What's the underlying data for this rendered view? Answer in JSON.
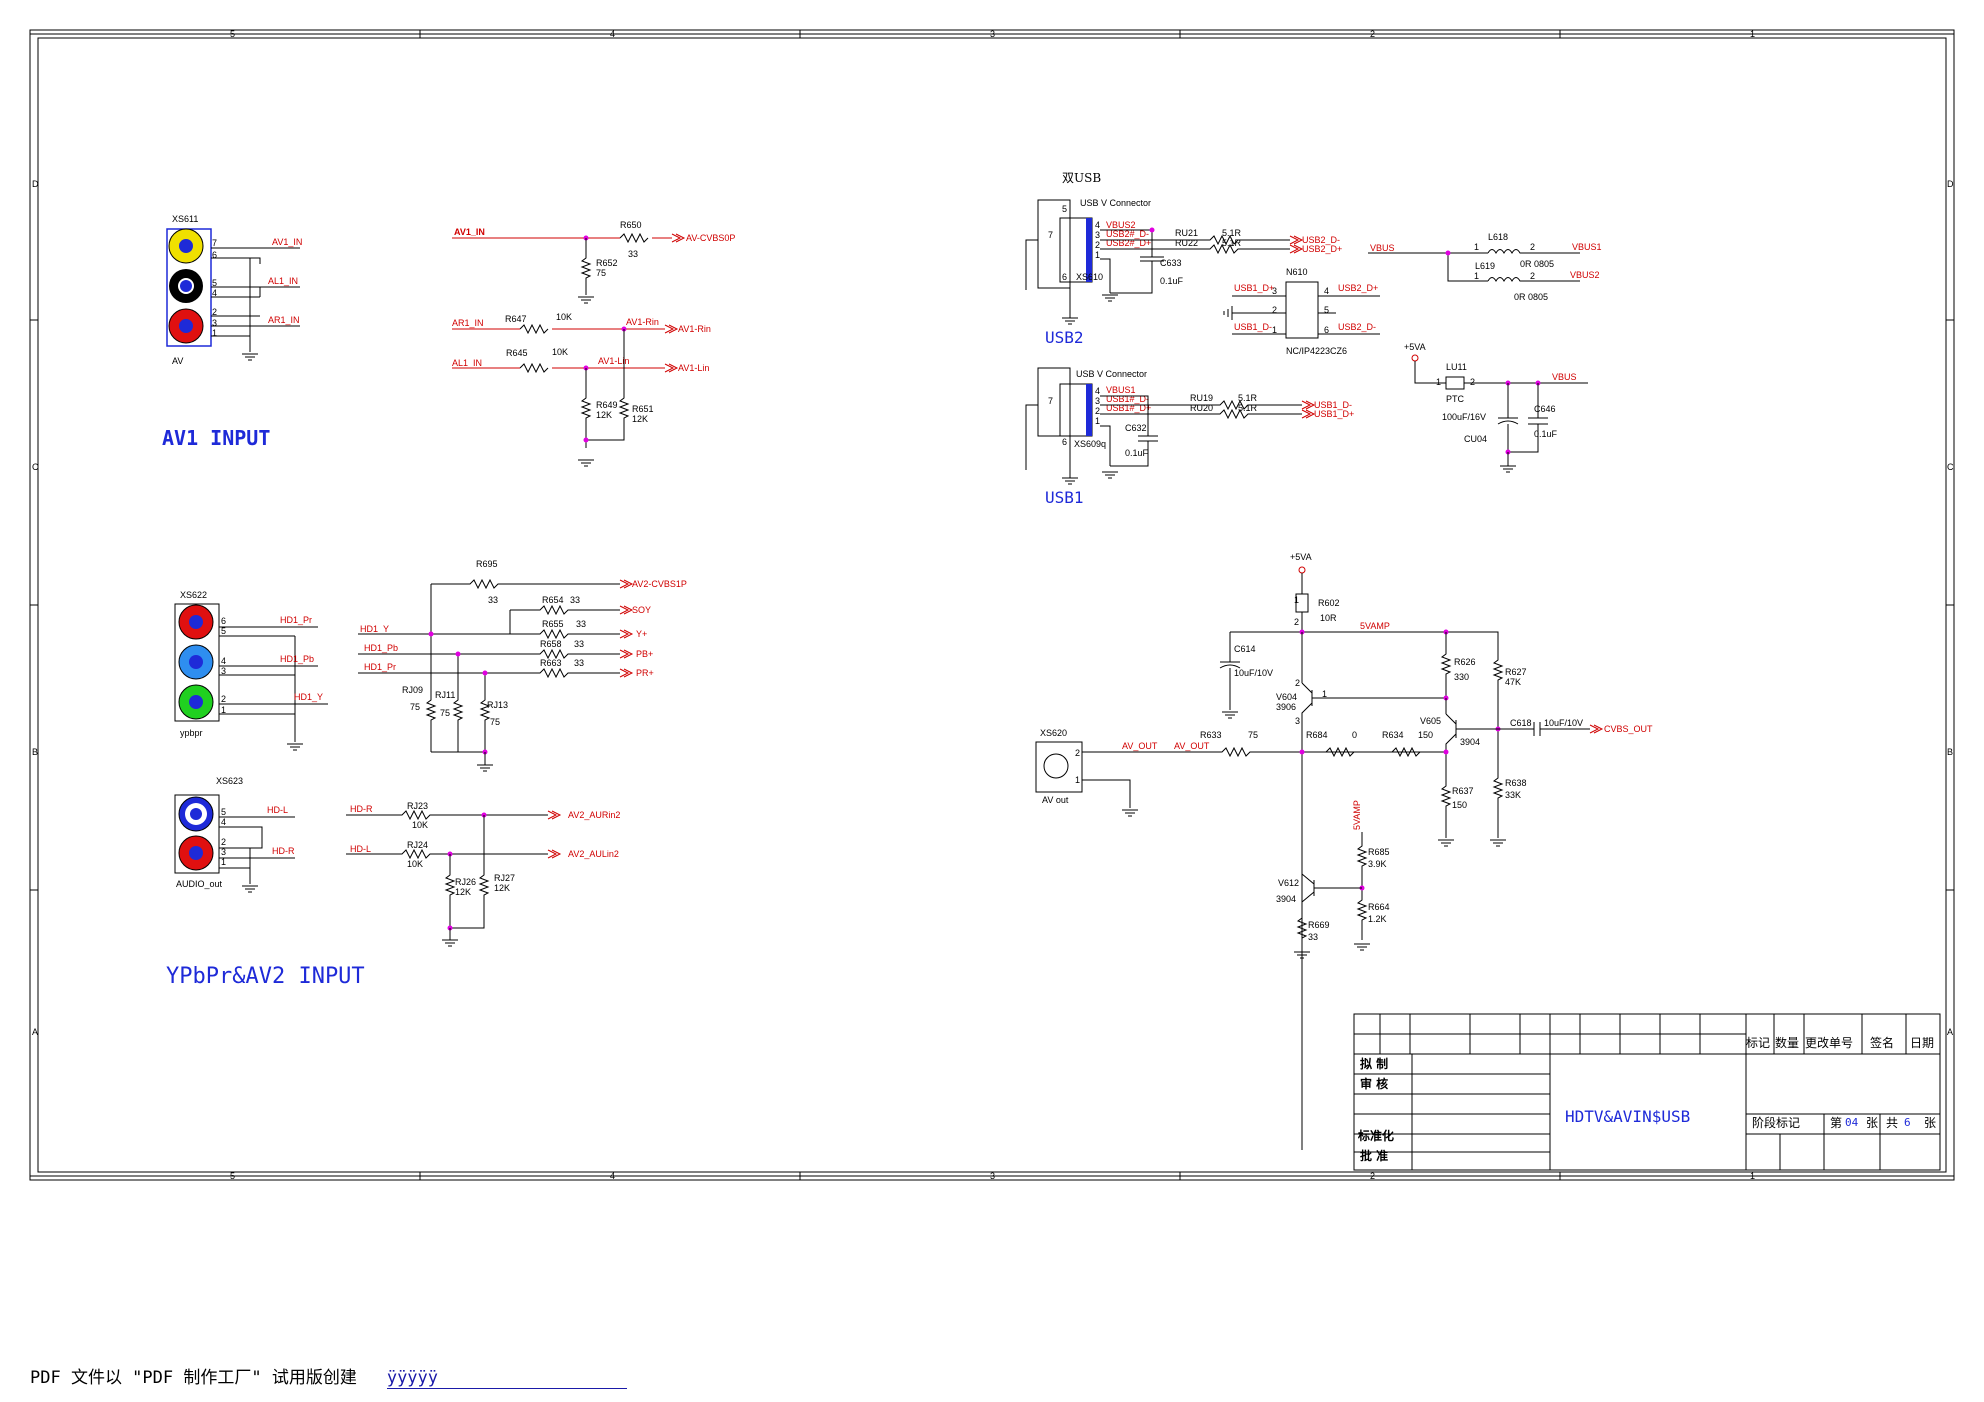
{
  "titles": {
    "av1_input": "AV1 INPUT",
    "ypbpr_av2_input": "YPbPr&AV2 INPUT",
    "dual_usb": "双USB",
    "usb2": "USB2",
    "usb1": "USB1"
  },
  "border": {
    "cols": [
      "5",
      "4",
      "3",
      "2",
      "1"
    ],
    "rows": [
      "D",
      "C",
      "B",
      "A"
    ]
  },
  "av1": {
    "connector": "XS611",
    "connector_sub": "AV",
    "pins": [
      "7",
      "6",
      "5",
      "4",
      "2",
      "3",
      "1"
    ],
    "nets": [
      "AV1_IN",
      "AL1_IN",
      "AR1_IN"
    ],
    "in_net": "AV1_IN",
    "r650": "R650",
    "r650_val": "33",
    "out_cvbs": "AV-CVBS0P",
    "r652": "R652",
    "r652_val": "75",
    "ar1": "AR1_IN",
    "r647": "R647",
    "r647_val": "10K",
    "av1_rin": "AV1-Rin",
    "av1_rin_out": "AV1-Rin",
    "al1": "AL1_IN",
    "r645": "R645",
    "r645_val": "10K",
    "av1_lin": "AV1-Lin",
    "av1_lin_out": "AV1-Lin",
    "r649": "R649",
    "r649_val": "12K",
    "r651": "R651",
    "r651_val": "12K"
  },
  "ypbpr": {
    "connector": "XS622",
    "connector_sub": "ypbpr",
    "pins": [
      "6",
      "5",
      "4",
      "3",
      "2",
      "1"
    ],
    "nets": [
      "HD1_Pr",
      "HD1_Pb",
      "HD1_Y"
    ],
    "r695": "R695",
    "r695_val": "33",
    "av2_cvbs": "AV2-CVBS1P",
    "r654": "R654",
    "r654_val": "33",
    "soy": "SOY",
    "hd1_y": "HD1_Y",
    "r655": "R655",
    "r655_val": "33",
    "y_out": "Y+",
    "hd1_pb": "HD1_Pb",
    "r658": "R658",
    "r658_val": "33",
    "pb_out": "PB+",
    "hd1_pr": "HD1_Pr",
    "r663": "R663",
    "r663_val": "33",
    "pr_out": "PR+",
    "rj09": "RJ09",
    "rj09_val": "75",
    "rj11": "RJ11",
    "rj11_val": "75",
    "rj13": "RJ13",
    "rj13_val": "75"
  },
  "audio": {
    "connector": "XS623",
    "connector_sub": "AUDIO_out",
    "pins": [
      "5",
      "4",
      "2",
      "3",
      "1"
    ],
    "nets": [
      "HD-L",
      "HD-R"
    ],
    "hdr": "HD-R",
    "rj23": "RJ23",
    "rj23_val": "10K",
    "aurin": "AV2_AURin2",
    "hdl": "HD-L",
    "rj24": "RJ24",
    "rj24_val": "10K",
    "aulin": "AV2_AULin2",
    "rj26": "RJ26",
    "rj26_val": "12K",
    "rj27": "RJ27",
    "rj27_val": "12K"
  },
  "usb2": {
    "title": "USB V Connector",
    "ref": "XS610",
    "pins": [
      "5",
      "4",
      "3",
      "2",
      "1",
      "6"
    ],
    "shield": "7",
    "vbus": "VBUS2",
    "dm": "USB2#_D-",
    "dp": "USB2#_D+",
    "ru21": "RU21",
    "ru22": "RU22",
    "ru_val": "5.1R",
    "out_dm": "USB2_D-",
    "out_dp": "USB2_D+",
    "c633": "C633",
    "c633_val": "0.1uF"
  },
  "n610": {
    "ref": "N610",
    "part": "NC/IP4223CZ6",
    "pins": [
      "3",
      "2",
      "1",
      "4",
      "5",
      "6"
    ],
    "nets": [
      "USB1_D+",
      "USB1_D-",
      "USB2_D+",
      "USB2_D-"
    ]
  },
  "vbus": {
    "in": "VBUS",
    "l618": "L618",
    "l618_val": "0R 0805",
    "out1": "VBUS1",
    "l619": "L619",
    "l619_val": "0R 0805",
    "out2": "VBUS2",
    "p1": "1",
    "p2": "2"
  },
  "ptc": {
    "supply": "+5VA",
    "ref": "LU11",
    "val": "PTC",
    "p1": "1",
    "p2": "2",
    "out": "VBUS",
    "cu04": "CU04",
    "cu04_val": "100uF/16V",
    "c646": "C646",
    "c646_val": "0.1uF"
  },
  "usb1": {
    "title": "USB V Connector",
    "ref": "XS609q",
    "pins": [
      "4",
      "3",
      "2",
      "1",
      "6"
    ],
    "shield": "7",
    "vbus": "VBUS1",
    "dm": "USB1#_D-",
    "dp": "USB1#_D+",
    "ru19": "RU19",
    "ru20": "RU20",
    "ru_val": "5.1R",
    "out_dm": "USB1_D-",
    "out_dp": "USB1_D+",
    "c632": "C632",
    "c632_val": "0.1uF"
  },
  "avout": {
    "supply": "+5VA",
    "r602": "R602",
    "r602_val": "10R",
    "net_5vamp": "5VAMP",
    "c614": "C614",
    "c614_val": "10uF/10V",
    "v604": "V604",
    "v604_val": "3906",
    "r626": "R626",
    "r626_val": "330",
    "r627": "R627",
    "r627_val": "47K",
    "v605": "V605",
    "v605_val": "3904",
    "c618": "C618",
    "c618_val": "10uF/10V",
    "cvbs_out": "CVBS_OUT",
    "xs620": "XS620",
    "xs620_sub": "AV out",
    "net_avout": "AV_OUT",
    "r633": "R633",
    "r633_val": "75",
    "r684": "R684",
    "r684_val": "0",
    "r634": "R634",
    "r634_val": "150",
    "r637": "R637",
    "r637_val": "150",
    "r638": "R638",
    "r638_val": "33K",
    "v612": "V612",
    "v612_val": "3904",
    "r685": "R685",
    "r685_val": "3.9K",
    "r664": "R664",
    "r664_val": "1.2K",
    "r669": "R669",
    "r669_val": "33",
    "pin1": "1",
    "pin2": "2",
    "pin3": "3"
  },
  "titleblock": {
    "h_mark": "标记",
    "h_qty": "数量",
    "h_change": "更改单号",
    "h_sign": "签名",
    "h_date": "日期",
    "draft": "拟 制",
    "review": "审 核",
    "std": "标准化",
    "approve": "批 准",
    "name": "HDTV&AVIN$USB",
    "stage": "阶段标记",
    "sheet_pre": "第",
    "sheet_no": "04",
    "sheet_mid": "张",
    "total_pre": "共",
    "total_no": "6",
    "total_post": "张"
  },
  "watermark": {
    "text": "PDF 文件以 \"PDF 制作工厂\" 试用版创建",
    "link": "ÿÿÿÿÿ"
  }
}
